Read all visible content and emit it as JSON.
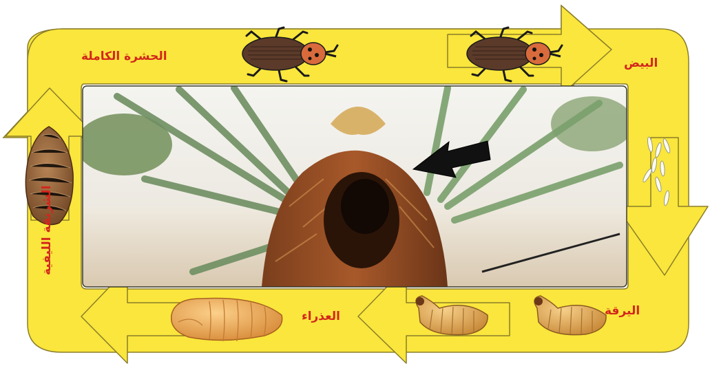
{
  "diagram": {
    "stages": {
      "adult": "الحشرة الكاملة",
      "eggs": "البيض",
      "larva": "اليرقة",
      "pupa": "العذراء",
      "cocoon": "الشرنقة الليفية"
    },
    "colors": {
      "frame_fill": "#fae63c",
      "frame_stroke": "#8a7d2a",
      "label": "#d3261c",
      "beetle_body": "#5b3a2a",
      "beetle_thorax": "#d86a3c",
      "larva": "#e0a352",
      "pupa": "#f0b05c",
      "cocoon": "#8a5a32",
      "eggs": "#fbfbf2",
      "pointer_arrow": "#111111"
    },
    "icons": [
      "adult-beetle-icon",
      "egg-cluster-icon",
      "larva-icon",
      "pupa-icon",
      "fiber-cocoon-icon",
      "infestation-pointer-arrow"
    ]
  }
}
